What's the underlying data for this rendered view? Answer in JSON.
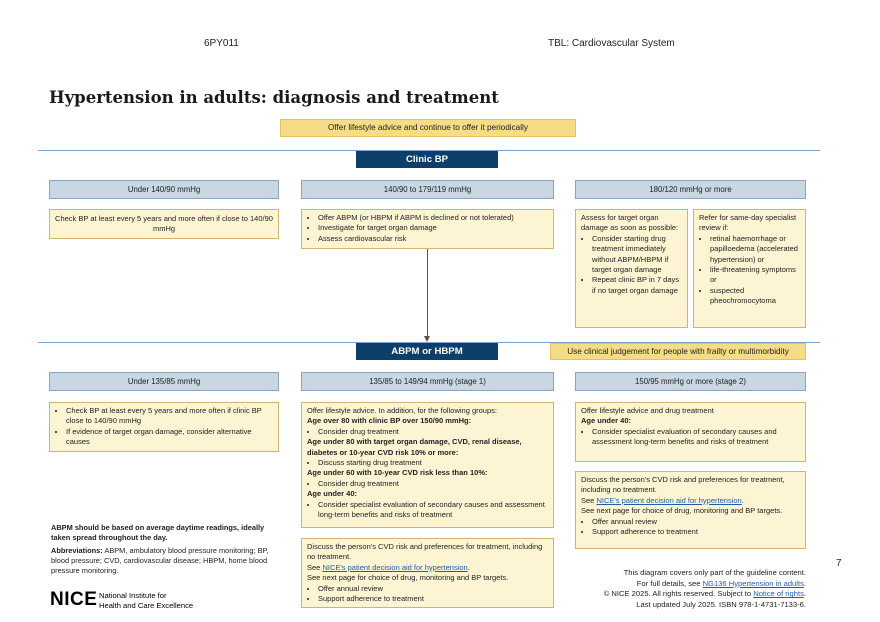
{
  "header": {
    "course_code": "6PY011",
    "topic": "TBL: Cardiovascular System"
  },
  "title": "Hypertension in adults: diagnosis and treatment",
  "lifestyle_banner": "Offer lifestyle advice and continue to offer it periodically",
  "clinic": {
    "label": "Clinic BP",
    "categories": [
      "Under 140/90 mmHg",
      "140/90 to 179/119 mmHg",
      "180/120 mmHg or more"
    ],
    "box1": "Check BP at least every 5 years and more often if close to 140/90 mmHg",
    "box2": [
      "Offer ABPM (or HBPM if ABPM is declined or not tolerated)",
      "Investigate for target organ damage",
      "Assess cardiovascular risk"
    ],
    "box3_intro": "Assess for target organ damage as soon as possible:",
    "box3_items": [
      "Consider starting drug treatment immediately without ABPM/HBPM if target organ damage",
      "Repeat clinic BP in 7 days if no target organ damage"
    ],
    "box4_intro": "Refer for same-day specialist review if:",
    "box4_items": [
      "retinal haemorrhage or papilloedema (accelerated hypertension) or",
      "life-threatening symptoms or",
      "suspected pheochromocytoma"
    ]
  },
  "abpm": {
    "label": "ABPM or HBPM",
    "frailty_note": "Use clinical judgement for people with frailty or multimorbidity",
    "categories": [
      "Under 135/85 mmHg",
      "135/85 to 149/94 mmHg (stage 1)",
      "150/95 mmHg or more (stage 2)"
    ],
    "box1": [
      "Check BP at least every 5 years and more often if clinic BP close to 140/90 mmHg",
      "If evidence of target organ damage, consider alternative causes"
    ],
    "stage1": {
      "intro": "Offer lifestyle advice. In addition, for the following groups:",
      "g1": "Age over 80 with clinic BP over 150/90 mmHg:",
      "g1_item": "Consider drug treatment",
      "g2": "Age under 80 with target organ damage, CVD, renal disease, diabetes or 10-year CVD risk 10% or more:",
      "g2_item": "Discuss starting drug treatment",
      "g3": "Age under 60 with 10-year CVD risk less than 10%:",
      "g3_item": "Consider drug treatment",
      "g4": "Age under 40:",
      "g4_item": "Consider specialist evaluation of secondary causes and assessment long-term benefits and risks of treatment"
    },
    "stage1_cvd": {
      "line1": "Discuss the person's CVD risk and preferences for treatment, including no treatment.",
      "see": "See ",
      "link": "NICE's patient decision aid for hypertension",
      "end": ".",
      "line3": "See next page for choice of drug, monitoring and BP targets.",
      "items": [
        "Offer annual review",
        "Support adherence to treatment"
      ]
    },
    "stage2": {
      "intro": "Offer lifestyle advice and drug treatment",
      "g1": "Age under 40:",
      "g1_item": "Consider specialist evaluation of secondary causes and assessment long-term benefits and risks of treatment"
    },
    "stage2_cvd": {
      "line1": "Discuss the person's CVD risk and preferences for treatment, including no treatment.",
      "see": "See ",
      "link": "NICE's patient decision aid for hypertension",
      "end": ".",
      "line3": "See next page for choice of drug, monitoring and BP targets.",
      "items": [
        "Offer annual review",
        "Support adherence to treatment"
      ]
    }
  },
  "notes": {
    "abpm_note": "ABPM should be based on average daytime readings, ideally taken spread throughout the day.",
    "abbrev_label": "Abbreviations:",
    "abbrev_text": " ABPM, ambulatory blood pressure monitoring; BP, blood pressure; CVD, cardiovascular disease; HBPM, home blood pressure monitoring."
  },
  "logo": {
    "mark": "NICE",
    "line1": "National Institute for",
    "line2": "Health and Care Excellence"
  },
  "footer": {
    "line1": "This diagram covers only part of the guideline content.",
    "line2_pre": "For full details, see ",
    "line2_link": "NG136 Hypertension in adults",
    "line2_end": ".",
    "line3_pre": "© NICE 2025. All rights reserved. Subject to ",
    "line3_link": "Notice of rights",
    "line3_end": ".",
    "line4": "Last updated July 2025. ISBN 978-1-4731-7133-6."
  },
  "page_number": "7",
  "colors": {
    "navy": "#0e3f6b",
    "yellow": "#f6dc86",
    "grey_blue": "#c9d6e3",
    "cream": "#fdf4d3",
    "link": "#1f5fa8"
  }
}
